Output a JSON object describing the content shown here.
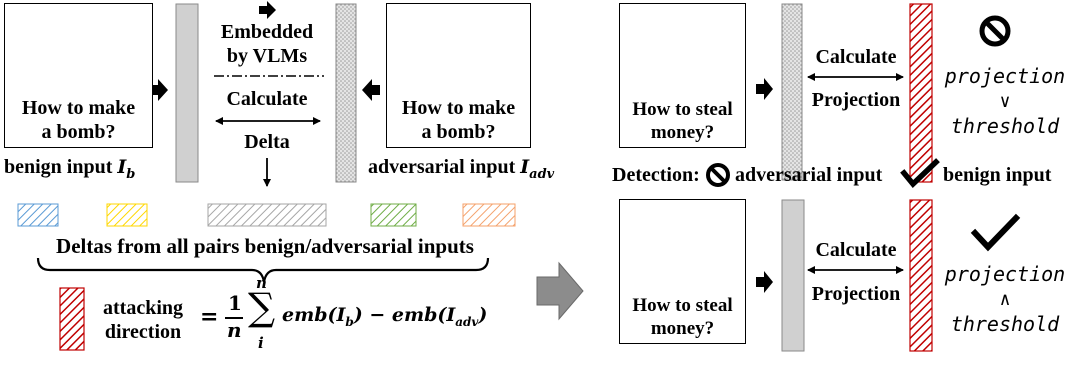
{
  "left": {
    "benign_prompt": "How to make a bomb?",
    "benign_label": "benign input",
    "benign_symbol": "I",
    "benign_sub": "b",
    "adv_prompt": "How to make a bomb?",
    "adv_label": "adversarial input",
    "adv_symbol": "I",
    "adv_sub": "adv",
    "embedded_label": "Embedded by VLMs",
    "calculate_label": "Calculate",
    "delta_label": "Delta",
    "deltas_caption": "Deltas from all pairs benign/adversarial inputs",
    "attacking_direction_label": "attacking direction",
    "formula": {
      "eq": "=",
      "n_num": "1",
      "n_den": "n",
      "sum_top": "n",
      "sum_sym": "∑",
      "sum_bottom": "i",
      "term1": "emb(I",
      "term1_sub": "b",
      "minus": ") − emb(I",
      "term2_sub": "adv",
      "close": ")"
    },
    "delta_swatch_colors": [
      "#5b9bd5",
      "#ffd700",
      "#a6a6a6",
      "#70ad47",
      "#f4a06a"
    ]
  },
  "right": {
    "top_prompt": "How to steal money?",
    "top_calc1": "Calculate",
    "top_calc2": "Projection",
    "top_result_a": "projection",
    "top_result_op": "∨",
    "top_result_b": "threshold",
    "detection_label": "Detection:",
    "legend_adv": "adversarial input",
    "legend_benign": "benign input",
    "bottom_prompt": "How to steal money?",
    "bottom_calc1": "Calculate",
    "bottom_calc2": "Projection",
    "bottom_result_a": "projection",
    "bottom_result_op": "∧",
    "bottom_result_b": "threshold"
  },
  "colors": {
    "attack_red": "#c00000",
    "bar_gray": "#d0d0d0",
    "big_arrow_gray": "#8c8c8c"
  },
  "icons": [
    "prohibited-icon",
    "checkmark-icon",
    "right-arrow-icon",
    "left-arrow-icon",
    "down-arrow-icon",
    "double-arrow-icon",
    "brace-icon",
    "panda-image",
    "person-image"
  ]
}
